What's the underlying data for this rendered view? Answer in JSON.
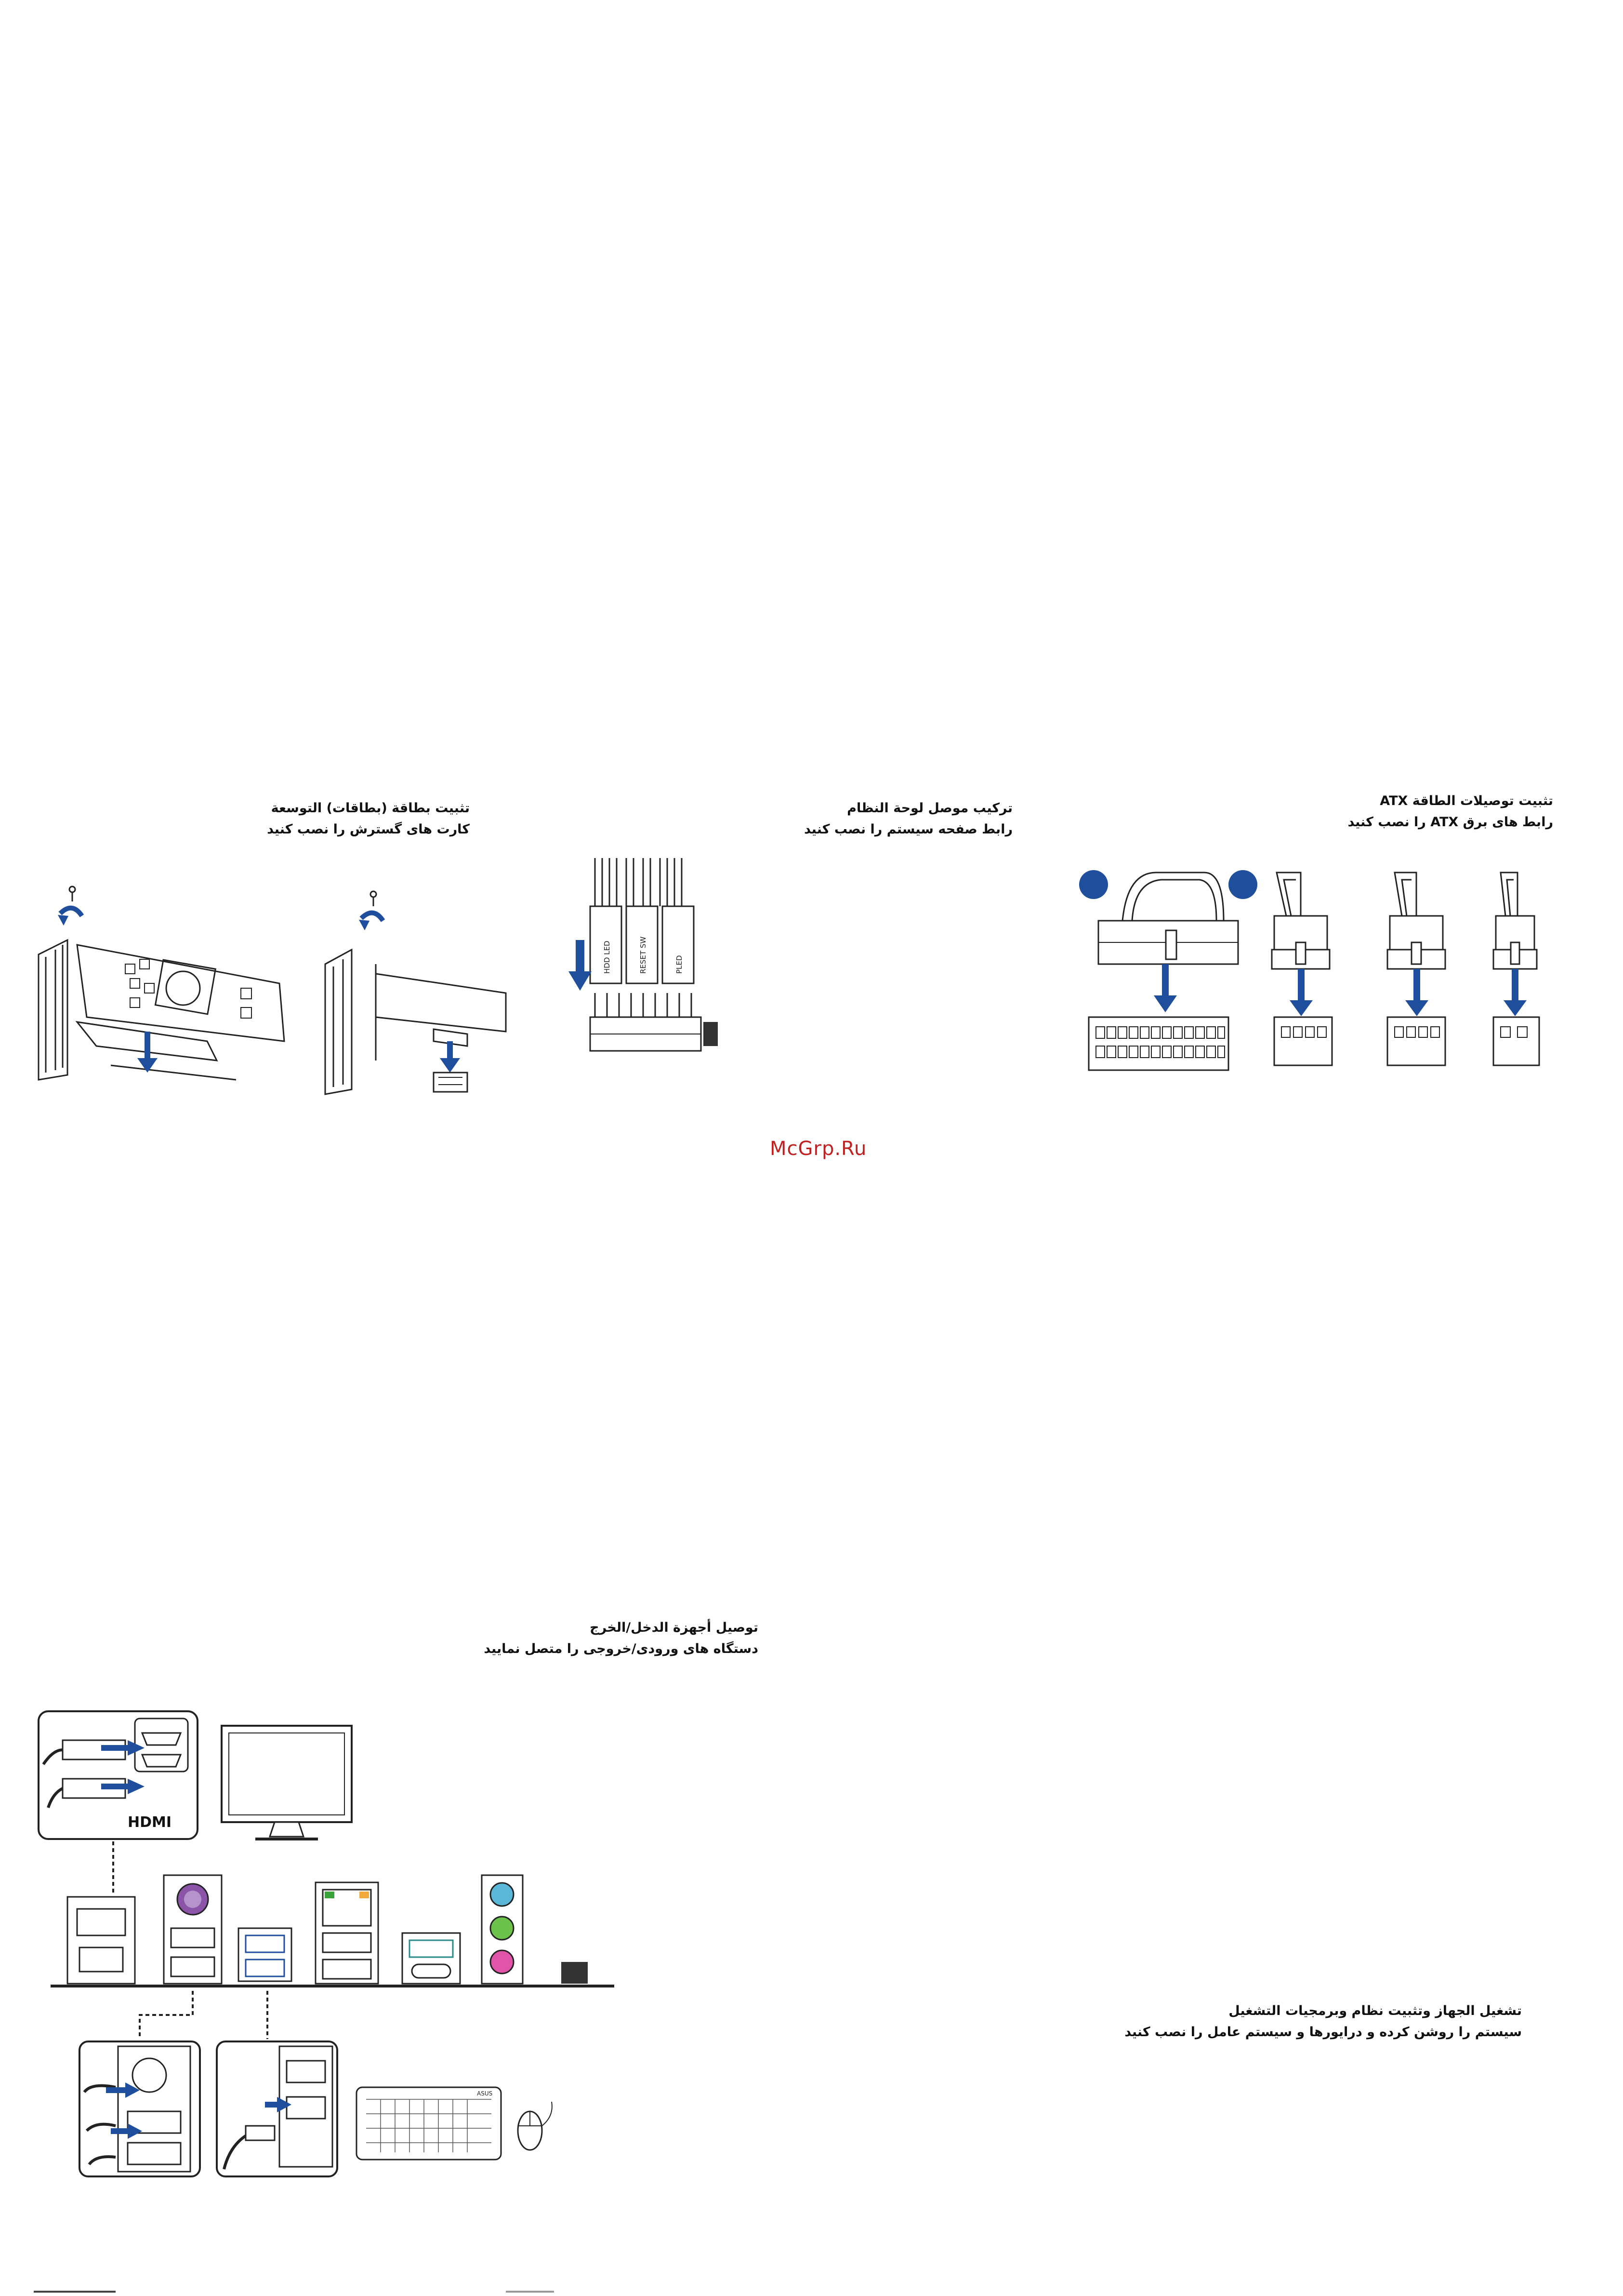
{
  "sections": {
    "expansion_card": {
      "title_ar": "تثبيت بطاقة (بطاقات) التوسعة",
      "title_fa": "کارت های گسترش را نصب کنید"
    },
    "system_panel": {
      "title_ar": "تركيب موصل لوحة النظام",
      "title_fa": "رابط صفحه سیستم را نصب کنید",
      "pin_labels": [
        "HDD LED",
        "RESET SW",
        "PLED"
      ]
    },
    "atx_power": {
      "title_ar": "تثبيت توصيلات الطاقة ATX",
      "title_fa": "رابط های برق ATX را نصب کنید",
      "step_markers": [
        "",
        ""
      ]
    },
    "io_devices": {
      "title_ar": "توصيل أجهزة الدخل/الخرج",
      "title_fa": "دستگاه های ورودی/خروجی را متصل نمایید",
      "hdmi_logo": "HDMI",
      "keyboard_brand": "ASUS"
    },
    "power_on": {
      "title_ar": "تشغيل الجهاز وتثبيت نظام وبرمجيات التشغيل",
      "title_fa": "سیستم را روشن کرده و درایورها و سیستم عامل را نصب کنید"
    }
  },
  "watermark": "McGrp.Ru",
  "colors": {
    "accent_blue": "#1f4e9c",
    "watermark_red": "#c22020",
    "line": "#222222"
  }
}
